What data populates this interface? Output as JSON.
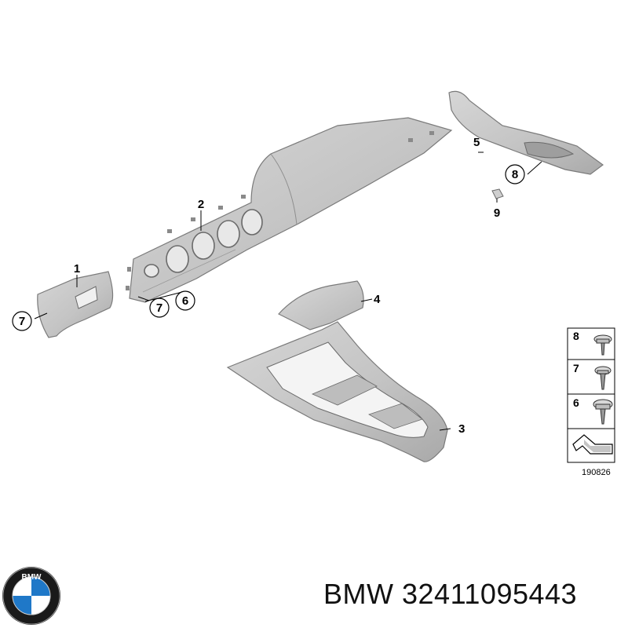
{
  "callouts": [
    "1",
    "2",
    "3",
    "4",
    "5",
    "6",
    "7",
    "7",
    "8",
    "9"
  ],
  "legend": {
    "items": [
      "8",
      "7",
      "6"
    ],
    "drawing_id": "190826"
  },
  "logo": {
    "brand_letters": "BMW"
  },
  "caption": {
    "brand": "BMW",
    "part_number": "32411095443"
  }
}
